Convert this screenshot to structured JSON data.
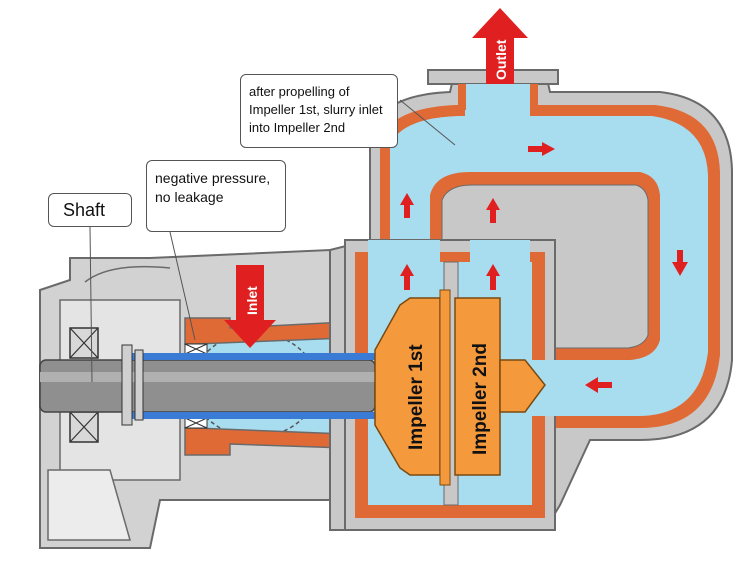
{
  "labels": {
    "outlet": "Outlet",
    "inlet": "Inlet",
    "impeller_1st": "Impeller 1st",
    "impeller_2nd": "Impeller 2nd",
    "shaft": "Shaft",
    "negative_pressure_line1": "negative pressure,",
    "negative_pressure_line2": "no leakage",
    "after_line1": "after propelling of",
    "after_line2": "Impeller 1st, slurry inlet",
    "after_line3": "into Impeller 2nd"
  },
  "colors": {
    "casing": "#c8c8c8",
    "lining": "#e06a35",
    "fluid": "#a8dcef",
    "impeller": "#f59a3c",
    "arrow": "#e02020",
    "shaft": "#8f8f8f",
    "shaft_sleeve": "#3a7bd5"
  }
}
